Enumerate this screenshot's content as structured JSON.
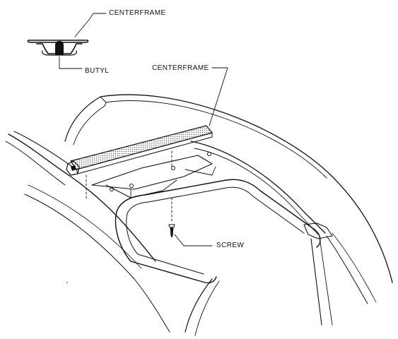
{
  "labels": {
    "centerframe_detail": "CENTERFRAME",
    "butyl": "BUTYL",
    "centerframe_main": "CENTERFRAME",
    "screw": "SCREW"
  },
  "colors": {
    "ink": "#111111",
    "paper": "#ffffff",
    "hatch": "#8a8a8a"
  }
}
